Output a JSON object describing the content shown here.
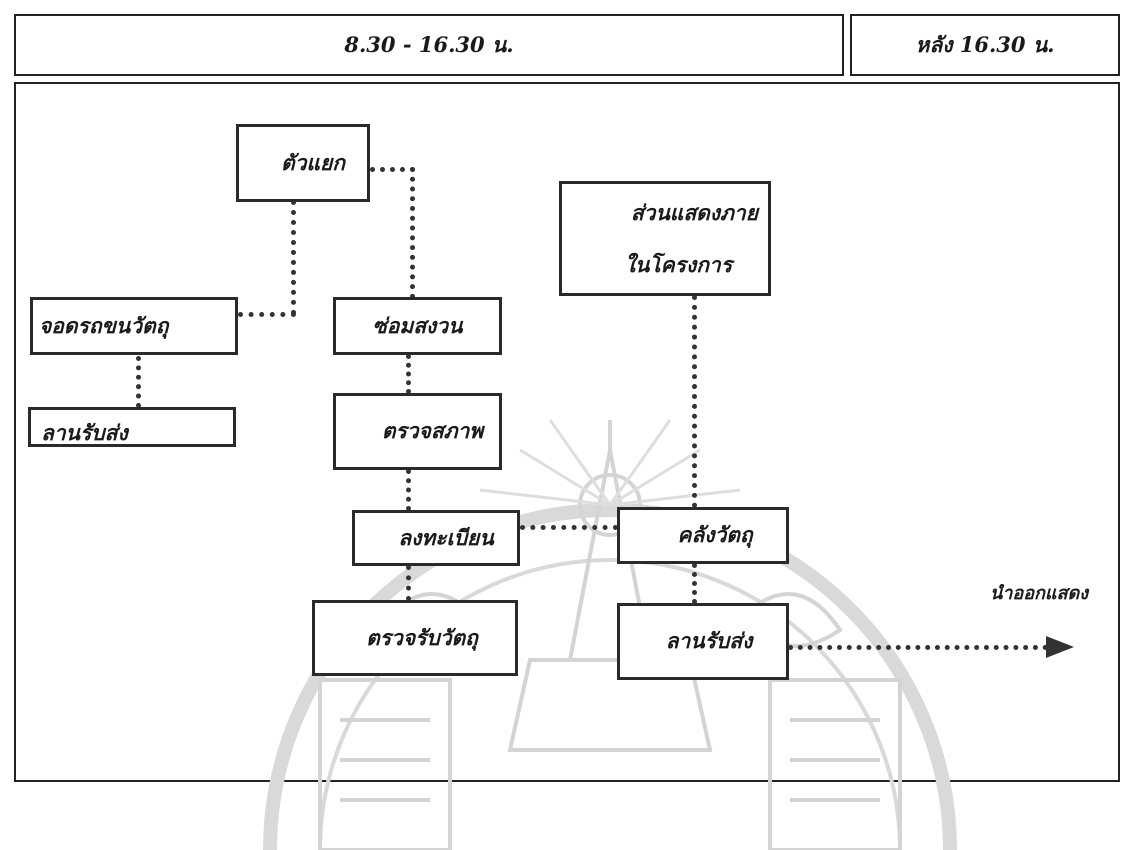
{
  "header": {
    "working_hours": "8.30 - 16.30  น.",
    "after_hours": "หลัง  16.30 น."
  },
  "nodes": {
    "separate": "ตัวแยก",
    "truck_park": "จอดรถขนวัตถุ",
    "dispatch_yard_left": "ลานรับส่ง",
    "repair": "ซ่อมสงวน",
    "inspect": "ตรวจสภาพ",
    "register": "ลงทะเบียน",
    "receive": "ตรวจรับวัตถุ",
    "exhibit_line1": "ส่วนแสดงภาย",
    "exhibit_line2": "ในโครงการ",
    "storage": "คลังวัตถุ",
    "dispatch_yard_right": "ลานรับส่ง"
  },
  "annotations": {
    "take_out": "นำออกแสดง"
  },
  "colors": {
    "line": "#333333",
    "border": "#2a2a2a",
    "watermark": "#d9d9d9"
  }
}
